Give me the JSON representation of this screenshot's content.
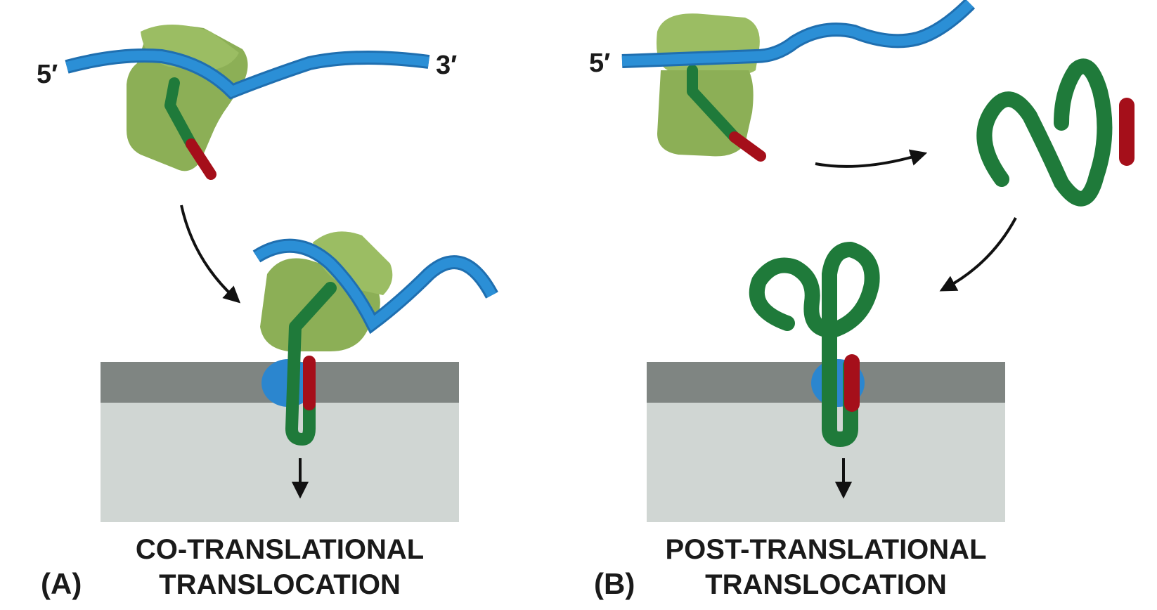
{
  "panel_a": {
    "letter": "(A)",
    "title_line1": "CO-TRANSLATIONAL",
    "title_line2": "TRANSLOCATION",
    "mrna_five_prime": "5′",
    "mrna_three_prime": "3′"
  },
  "panel_b": {
    "letter": "(B)",
    "title_line1": "POST-TRANSLATIONAL",
    "title_line2": "TRANSLOCATION",
    "mrna_five_prime": "5′"
  },
  "colors": {
    "mrna": "#2b8fd6",
    "mrna_edge": "#1f6fb0",
    "ribosome": "#8caf56",
    "ribosome_dark": "#7a9c48",
    "polypeptide": "#1f7a3a",
    "signal_sequence": "#a50f1a",
    "membrane_top": "#7f8582",
    "membrane_lumen": "#d0d6d3",
    "translocon": "#2b86cf",
    "arrow": "#111111"
  }
}
